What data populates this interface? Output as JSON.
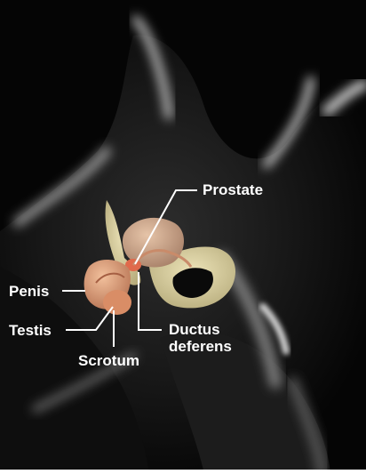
{
  "labels": {
    "prostate": "Prostate",
    "penis": "Penis",
    "testis": "Testis",
    "scrotum": "Scrotum",
    "ductus_line1": "Ductus",
    "ductus_line2": "deferens"
  },
  "colors": {
    "background": "#050505",
    "label_text": "#ffffff",
    "leader_line": "#ffffff",
    "pelvic_bone": "#d9d0a0",
    "bladder": "#cfaa8e",
    "penis_testis": "#e0a37e",
    "prostate": "#e06a4c",
    "page_border": "#ffffff"
  },
  "icons": {
    "figure": "male-body-silhouette-icon",
    "organs": "male-reproductive-organs-icon"
  }
}
